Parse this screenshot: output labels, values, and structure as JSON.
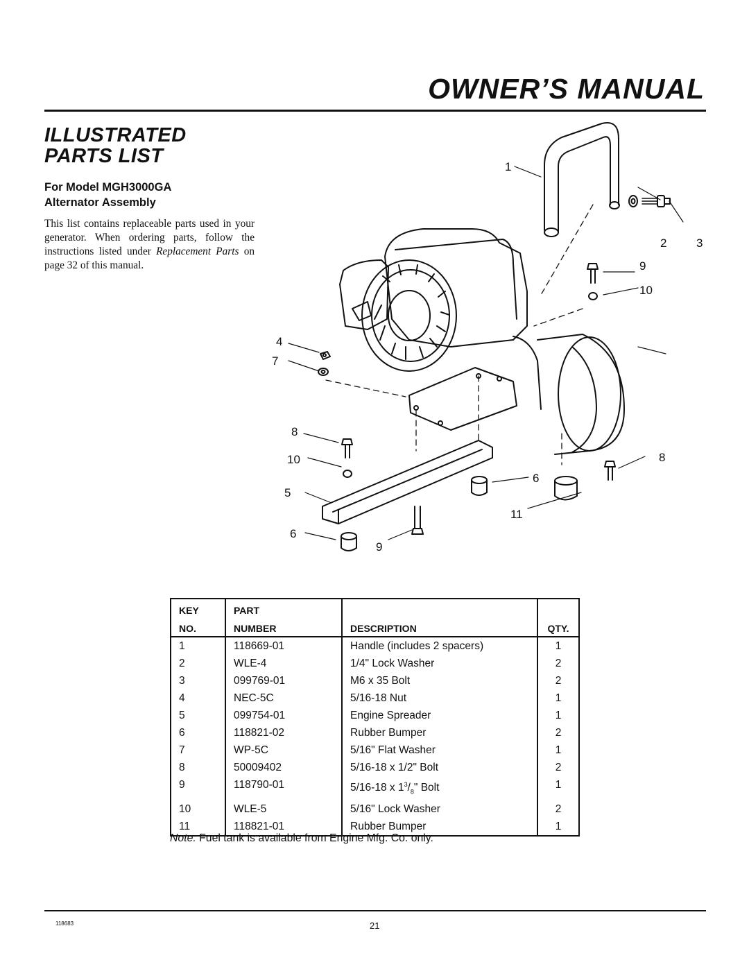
{
  "header": {
    "manual_title": "OWNER’S MANUAL"
  },
  "section": {
    "title_line1": "ILLUSTRATED",
    "title_line2": "PARTS LIST",
    "model_line1": "For Model MGH3000GA",
    "model_line2": "Alternator Assembly"
  },
  "intro": {
    "text_before": "This list contains replaceable parts used in your generator. When ordering parts, follow the instructions listed under ",
    "emphasis1": "Replacement Parts",
    "text_after": " on page 32 of this manual."
  },
  "diagram": {
    "callouts": [
      "1",
      "2",
      "3",
      "9",
      "10",
      "4",
      "7",
      "8",
      "10",
      "8",
      "6",
      "5",
      "11",
      "6",
      "9"
    ]
  },
  "table": {
    "headers": {
      "key_line1": "KEY",
      "key_line2": "NO.",
      "part_line1": "PART",
      "part_line2": "NUMBER",
      "description": "DESCRIPTION",
      "qty": "QTY."
    },
    "rows": [
      {
        "key": "1",
        "part": "118669-01",
        "description": "Handle (includes 2 spacers)",
        "qty": "1"
      },
      {
        "key": "2",
        "part": "WLE-4",
        "description": "1/4\" Lock Washer",
        "qty": "2"
      },
      {
        "key": "3",
        "part": "099769-01",
        "description": "M6 x 35 Bolt",
        "qty": "2"
      },
      {
        "key": "4",
        "part": "NEC-5C",
        "description": "5/16-18 Nut",
        "qty": "1"
      },
      {
        "key": "5",
        "part": "099754-01",
        "description": "Engine Spreader",
        "qty": "1"
      },
      {
        "key": "6",
        "part": "118821-02",
        "description": "Rubber Bumper",
        "qty": "2"
      },
      {
        "key": "7",
        "part": "WP-5C",
        "description": "5/16\" Flat Washer",
        "qty": "1"
      },
      {
        "key": "8",
        "part": "50009402",
        "description": "5/16-18 x 1/2\" Bolt",
        "qty": "2"
      },
      {
        "key": "9",
        "part": "118790-01",
        "description_prefix": "5/16-18 x 1",
        "frac_num": "3",
        "frac_den": "8",
        "description_suffix": "\" Bolt",
        "qty": "1"
      },
      {
        "key": "10",
        "part": "WLE-5",
        "description": "5/16\" Lock Washer",
        "qty": "2"
      },
      {
        "key": "11",
        "part": "118821-01",
        "description": "Rubber Bumper",
        "qty": "1"
      }
    ]
  },
  "note": {
    "label": "Note:",
    "text": " Fuel tank is available from Engine Mfg. Co. only."
  },
  "footer": {
    "doc_number": "118683",
    "page_number": "21"
  }
}
